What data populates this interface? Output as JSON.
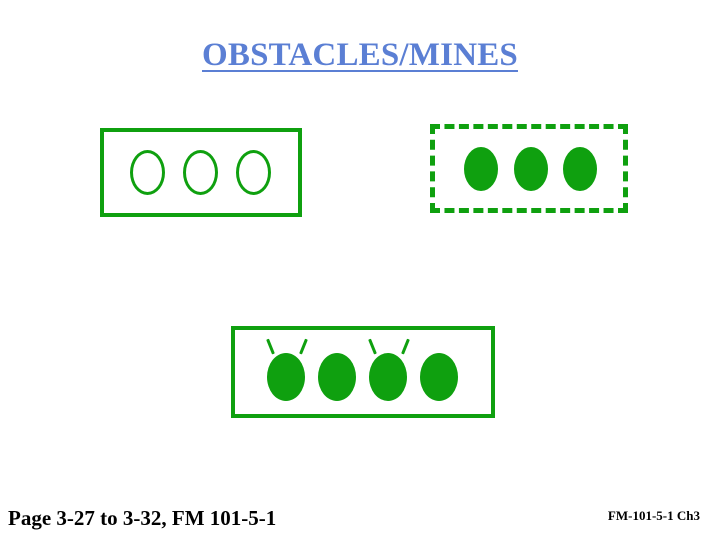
{
  "slide": {
    "title": "OBSTACLES/MINES",
    "background_color": "#ffffff",
    "title_color": "#5b7fd4",
    "symbol_color": "#0fa00f"
  },
  "footer": {
    "left": "Page 3-27 to 3-32, FM 101-5-1",
    "right": "FM-101-5-1 Ch3"
  },
  "groups": [
    {
      "name": "unspecified-minefield",
      "box_style": "solid",
      "mine_style": "hollow",
      "mine_count": 3,
      "antennas": []
    },
    {
      "name": "planned-minefield",
      "box_style": "dashed",
      "mine_style": "filled",
      "mine_count": 3,
      "antennas": []
    },
    {
      "name": "mixed-minefield",
      "box_style": "solid",
      "mine_style": "filled",
      "mine_count": 4,
      "antennas": [
        0,
        2
      ]
    }
  ]
}
